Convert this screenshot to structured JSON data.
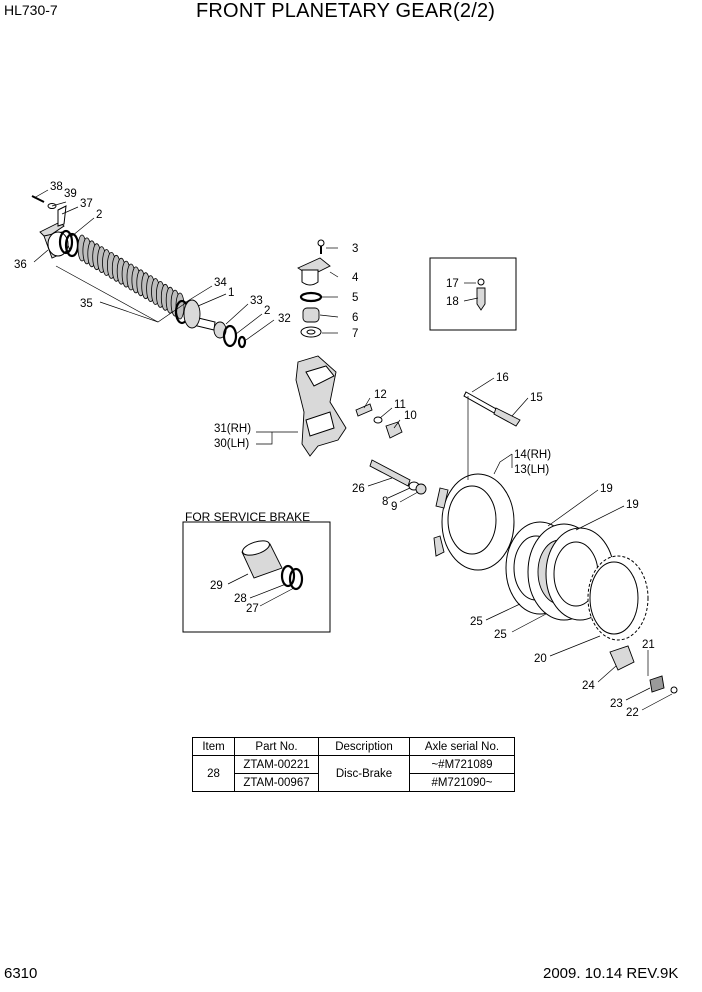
{
  "header": {
    "model": "HL730-7",
    "title": "FRONT PLANETARY GEAR(2/2)"
  },
  "footer": {
    "page": "6310",
    "date_rev": "2009. 10.14  REV.9K"
  },
  "callouts": {
    "c1": "1",
    "c2a": "2",
    "c2b": "2",
    "c3": "3",
    "c4": "4",
    "c5": "5",
    "c6": "6",
    "c7": "7",
    "c8": "8",
    "c9": "9",
    "c10": "10",
    "c11": "11",
    "c12": "12",
    "c13": "13(LH)",
    "c14": "14(RH)",
    "c15": "15",
    "c16": "16",
    "c17": "17",
    "c18": "18",
    "c19a": "19",
    "c19b": "19",
    "c20": "20",
    "c21": "21",
    "c22": "22",
    "c23": "23",
    "c24": "24",
    "c25a": "25",
    "c25b": "25",
    "c26": "26",
    "c27": "27",
    "c28": "28",
    "c29": "29",
    "c30": "30(LH)",
    "c31": "31(RH)",
    "c32": "32",
    "c33": "33",
    "c34": "34",
    "c35": "35",
    "c36": "36",
    "c37": "37",
    "c38": "38",
    "c39": "39"
  },
  "service_box": {
    "label": "FOR SERVICE BRAKE"
  },
  "parts_table": {
    "headers": [
      "Item",
      "Part No.",
      "Description",
      "Axle serial No."
    ],
    "item": "28",
    "description": "Disc-Brake",
    "rows": [
      {
        "part_no": "ZTAM-00221",
        "serial": "~#M721089"
      },
      {
        "part_no": "ZTAM-00967",
        "serial": "#M721090~"
      }
    ]
  }
}
